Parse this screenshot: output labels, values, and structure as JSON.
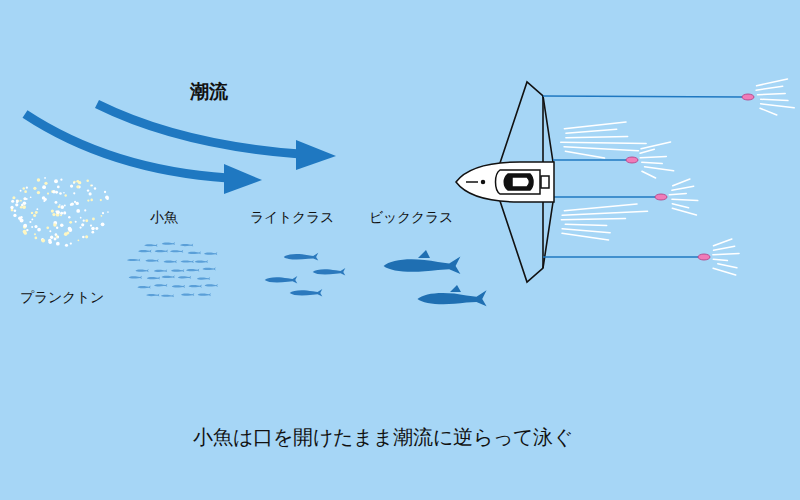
{
  "diagram": {
    "caption": "小魚は口を開けたまま潮流に逆らって泳ぐ",
    "labels": [
      "潮流",
      "小魚",
      "ライトクラス",
      "ビッククラス",
      "プランクトン"
    ]
  }
}
